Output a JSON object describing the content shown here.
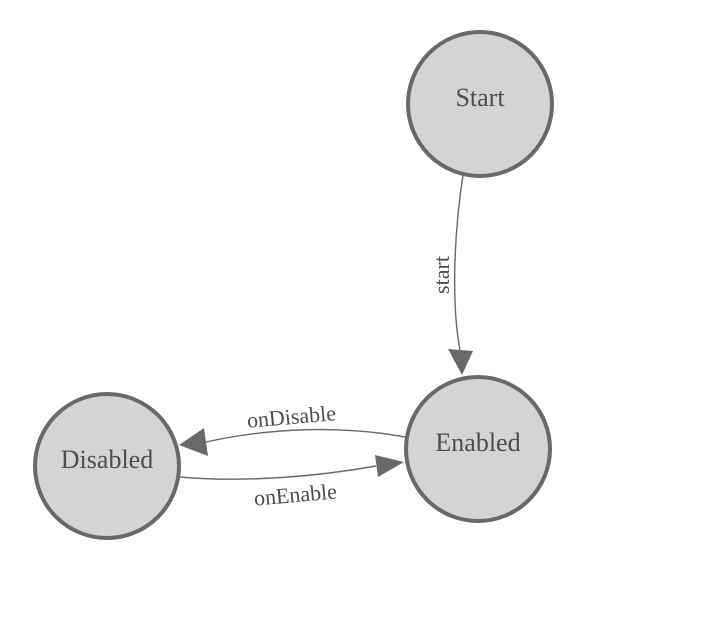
{
  "diagram": {
    "type": "state-machine",
    "colors": {
      "background": "#ffffff",
      "node_fill": "#d4d4d4",
      "node_border": "#696969",
      "edge": "#696969",
      "text": "#4d4d4d"
    },
    "nodes": [
      {
        "id": "start",
        "label": "Start"
      },
      {
        "id": "enabled",
        "label": "Enabled"
      },
      {
        "id": "disabled",
        "label": "Disabled"
      }
    ],
    "edges": [
      {
        "from": "Start",
        "to": "Enabled",
        "label": "start"
      },
      {
        "from": "Enabled",
        "to": "Disabled",
        "label": "onDisable"
      },
      {
        "from": "Disabled",
        "to": "Enabled",
        "label": "onEnable"
      }
    ]
  }
}
